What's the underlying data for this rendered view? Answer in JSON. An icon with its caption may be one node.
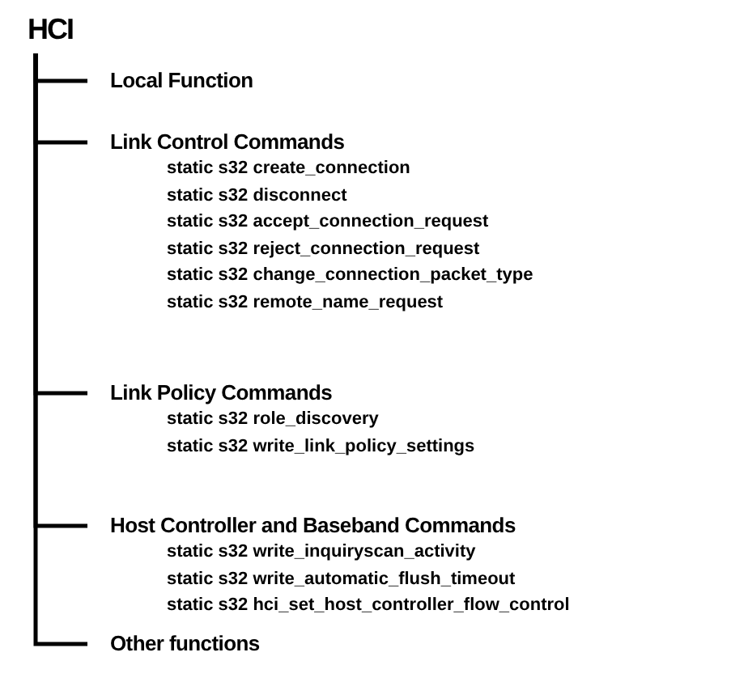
{
  "diagram": {
    "nodes": [
      {
        "text": [
          "HCI"
        ]
      },
      {
        "text": [
          "Local Function"
        ]
      },
      {
        "text": [
          "Link Control Commands",
          "static s32 create_connection",
          "static s32 disconnect",
          "static s32 accept_connection_request",
          "static s32 reject_connection_request",
          "static s32 change_connection_packet_type",
          "static s32 remote_name_request"
        ]
      },
      {
        "text": [
          "Link Policy Commands",
          "static s32 role_discovery",
          "static s32 write_link_policy_settings"
        ]
      },
      {
        "text": [
          "Host Controller and Baseband Commands",
          "static s32 write_inquiryscan_activity",
          "static s32 write_automatic_flush_timeout",
          "static s32 hci_set_host_controller_flow_control"
        ]
      },
      {
        "text": [
          "Other functions"
        ]
      }
    ],
    "edges": [
      {
        "from": 0,
        "to": 1,
        "arrow": "none"
      },
      {
        "from": 0,
        "to": 2,
        "arrow": "none"
      },
      {
        "from": 0,
        "to": 3,
        "arrow": "none"
      },
      {
        "from": 0,
        "to": 4,
        "arrow": "none"
      },
      {
        "from": 0,
        "to": 5,
        "arrow": "none"
      }
    ]
  }
}
